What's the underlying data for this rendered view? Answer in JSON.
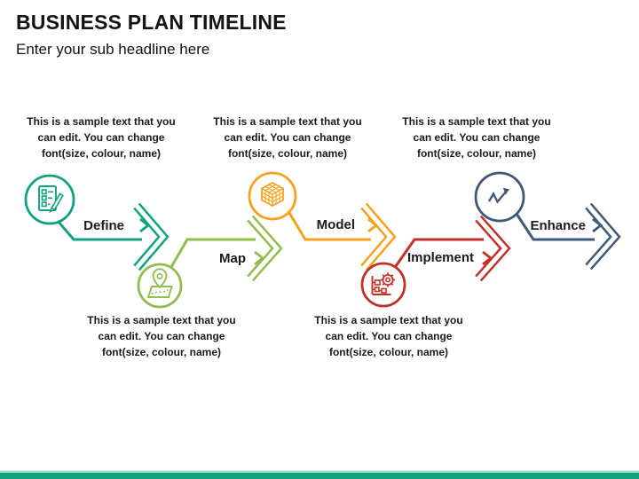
{
  "header": {
    "title": "BUSINESS PLAN TIMELINE",
    "subtitle": "Enter your sub headline here"
  },
  "footer": {
    "bar_color": "#12a17f",
    "bar_top_edge_color": "#a9d8cc"
  },
  "diagram": {
    "stages": [
      {
        "label": "Define",
        "color": "#12a17f",
        "icon": "checklist-pencil-icon",
        "description_lines": [
          "This is a sample text that you",
          "can edit. You can change",
          "font(size, colour, name)"
        ]
      },
      {
        "label": "Map",
        "color": "#92bb51",
        "icon": "map-location-pin-icon",
        "description_lines": [
          "This is a sample text that you",
          "can edit. You can change",
          "font(size, colour, name)"
        ]
      },
      {
        "label": "Model",
        "color": "#f8a11f",
        "icon": "rubiks-cube-icon",
        "description_lines": [
          "This is a sample text that you",
          "can edit. You can change",
          "font(size, colour, name)"
        ]
      },
      {
        "label": "Implement",
        "color": "#c23128",
        "icon": "gear-flowchart-icon",
        "description_lines": [
          "This is a sample text that you",
          "can edit. You can change",
          "font(size, colour, name)"
        ]
      },
      {
        "label": "Enhance",
        "color": "#3f5876",
        "icon": "growth-chart-icon",
        "description_lines": [
          "This is a sample text that you",
          "can edit. You can change",
          "font(size, colour, name)"
        ]
      }
    ]
  }
}
